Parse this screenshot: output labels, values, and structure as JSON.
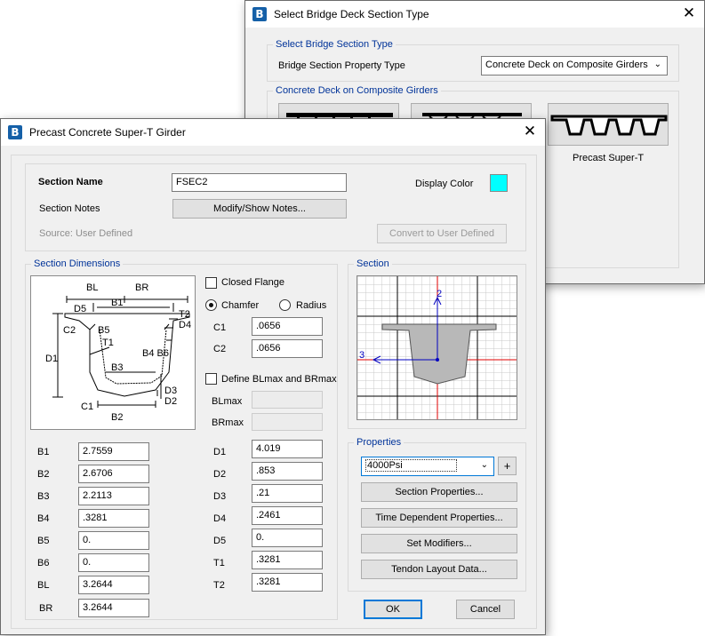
{
  "back_dialog": {
    "title": "Select Bridge Deck Section Type",
    "group_section_type": "Select Bridge Section Type",
    "property_type_label": "Bridge Section Property Type",
    "property_type_value": "Concrete Deck on Composite Girders",
    "group_girders": "Concrete Deck on Composite Girders",
    "thumb_caption": "Precast Super-T"
  },
  "dialog": {
    "title": "Precast Concrete Super-T Girder",
    "section_name_label": "Section Name",
    "section_name_value": "FSEC2",
    "display_color_label": "Display Color",
    "display_color": "#00ffff",
    "section_notes_label": "Section Notes",
    "modify_notes_button": "Modify/Show Notes...",
    "source_text": "Source:  User Defined",
    "convert_button": "Convert to User Defined",
    "dimensions_title": "Section Dimensions",
    "section_title": "Section",
    "properties_title": "Properties",
    "diagram_labels": {
      "bl": "BL",
      "br": "BR",
      "b1": "B1",
      "d5": "D5",
      "t2": "T2",
      "d4": "D4",
      "c2": "C2",
      "b5": "B5",
      "t1": "T1",
      "d1": "D1",
      "b4b6": "B4 B6",
      "b3": "B3",
      "d3": "D3",
      "d2": "D2",
      "c1": "C1",
      "b2": "B2"
    },
    "closed_flange_label": "Closed Flange",
    "chamfer_label": "Chamfer",
    "radius_label": "Radius",
    "c1_label": "C1",
    "c1_value": ".0656",
    "c2_label": "C2",
    "c2_value": ".0656",
    "define_blmax_label": "Define BLmax and BRmax",
    "blmax_label": "BLmax",
    "brmax_label": "BRmax",
    "left_fields": [
      {
        "label": "B1",
        "value": "2.7559"
      },
      {
        "label": "B2",
        "value": "2.6706"
      },
      {
        "label": "B3",
        "value": "2.2113"
      },
      {
        "label": "B4",
        "value": ".3281"
      },
      {
        "label": "B5",
        "value": "0."
      },
      {
        "label": "B6",
        "value": "0."
      },
      {
        "label": "BL",
        "value": "3.2644"
      },
      {
        "label": "BR",
        "value": "3.2644"
      }
    ],
    "right_fields": [
      {
        "label": "D1",
        "value": "4.019"
      },
      {
        "label": "D2",
        "value": ".853"
      },
      {
        "label": "D3",
        "value": ".21"
      },
      {
        "label": "D4",
        "value": ".2461"
      },
      {
        "label": "D5",
        "value": "0."
      },
      {
        "label": "T1",
        "value": ".3281"
      },
      {
        "label": "T2",
        "value": ".3281"
      }
    ],
    "axis_2_label": "2",
    "axis_3_label": "3",
    "material_value": "4000Psi",
    "add_material_button": "+",
    "section_properties_button": "Section Properties...",
    "time_dependent_button": "Time Dependent Properties...",
    "set_modifiers_button": "Set Modifiers...",
    "tendon_layout_button": "Tendon Layout Data...",
    "ok_button": "OK",
    "cancel_button": "Cancel"
  }
}
